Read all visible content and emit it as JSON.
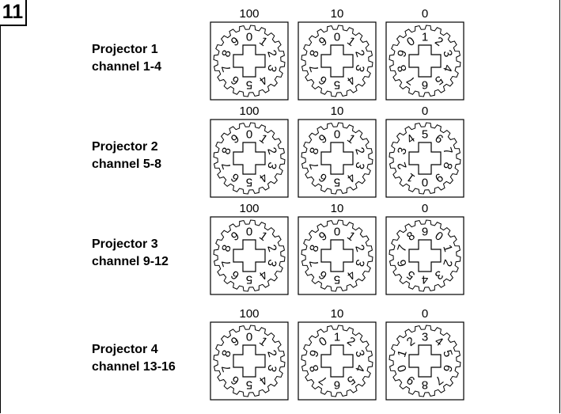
{
  "step_number": "11",
  "projectors": [
    {
      "label_line1": "Projector 1",
      "label_line2": "channel 1-4",
      "switches": [
        {
          "title": "100",
          "value": 0
        },
        {
          "title": "10",
          "value": 0
        },
        {
          "title": "0",
          "value": 1
        }
      ]
    },
    {
      "label_line1": "Projector 2",
      "label_line2": "channel 5-8",
      "switches": [
        {
          "title": "100",
          "value": 0
        },
        {
          "title": "10",
          "value": 0
        },
        {
          "title": "0",
          "value": 5
        }
      ]
    },
    {
      "label_line1": "Projector 3",
      "label_line2": "channel 9-12",
      "switches": [
        {
          "title": "100",
          "value": 0
        },
        {
          "title": "10",
          "value": 0
        },
        {
          "title": "0",
          "value": 9
        }
      ]
    },
    {
      "label_line1": "Projector 4",
      "label_line2": "channel 13-16",
      "switches": [
        {
          "title": "100",
          "value": 0
        },
        {
          "title": "10",
          "value": 1
        },
        {
          "title": "0",
          "value": 3
        }
      ]
    }
  ]
}
